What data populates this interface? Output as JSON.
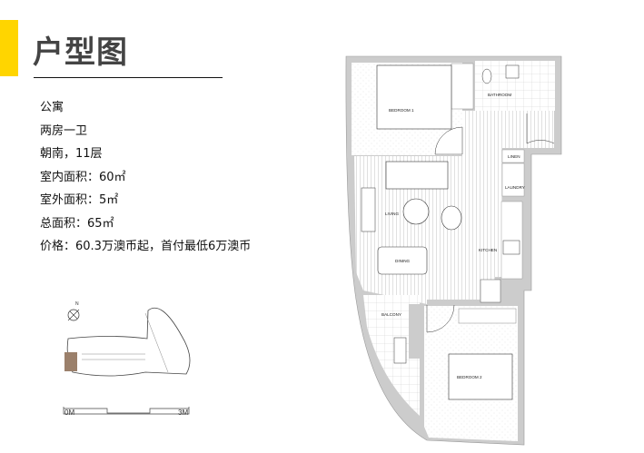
{
  "header": {
    "title": "户型图",
    "accent_color": "#FFD500"
  },
  "details": [
    "公寓",
    "两房一卫",
    "朝南，11层",
    "室内面积：60㎡",
    "室外面积：5㎡",
    "总面积：65㎡",
    "价格：60.3万澳币起，首付最低6万澳币"
  ],
  "floorplan": {
    "rooms": {
      "bedroom1": "BEDROOM 1",
      "bathroom": "BATHROOM",
      "linen": "LINEN",
      "laundry": "LAUNDRY",
      "living": "LIVING",
      "dining": "DINING",
      "kitchen": "KITCHEN",
      "balcony": "BALCONY",
      "bedroom2": "BEDROOM 2"
    },
    "wall_color": "#c8c8c8"
  },
  "keyplan": {
    "north": "N",
    "scale_start": "0M",
    "scale_end": "3M",
    "highlight_color": "#9b806b"
  }
}
